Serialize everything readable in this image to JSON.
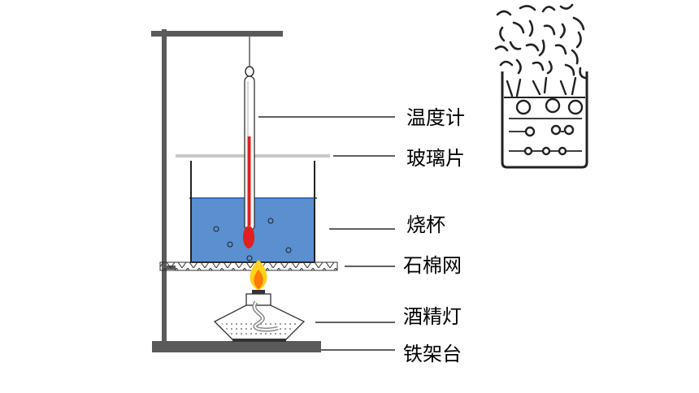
{
  "diagram": {
    "labels": {
      "thermometer": "温度计",
      "glass_plate": "玻璃片",
      "beaker": "烧杯",
      "asbestos_net": "石棉网",
      "alcohol_lamp": "酒精灯",
      "iron_stand": "铁架台"
    }
  },
  "colors": {
    "water": "#5a8fd0",
    "water_edge": "#3a6fbf",
    "thermometer_liquid": "#e02020",
    "flame_outer": "#ffd21f",
    "flame_inner": "#ff7a00",
    "stand": "#5a5a5a",
    "glass_plate": "#c8c8c8"
  }
}
